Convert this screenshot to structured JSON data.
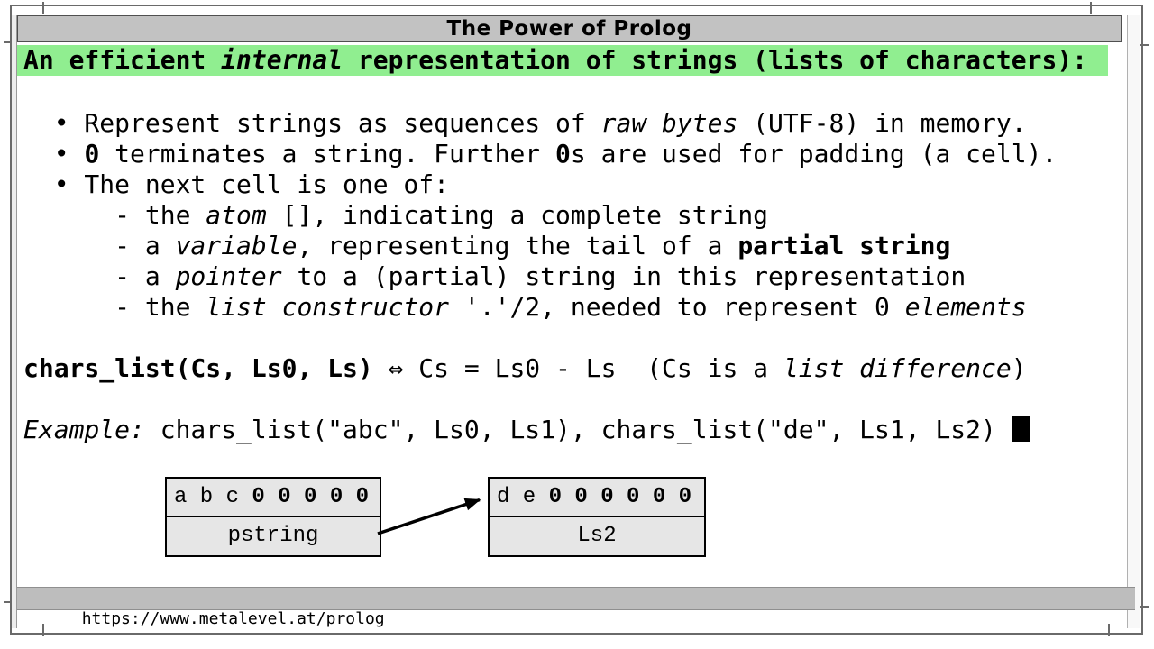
{
  "window": {
    "title": "The Power of Prolog",
    "url": "https://www.metalevel.at/prolog"
  },
  "slide": {
    "heading": [
      {
        "t": "An efficient ",
        "b": true
      },
      {
        "t": "internal",
        "b": true,
        "i": true
      },
      {
        "t": " representation of strings (lists of characters):",
        "b": true
      }
    ],
    "lines": [
      [
        {
          "t": "  • Represent strings as sequences of "
        },
        {
          "t": "raw bytes",
          "i": true
        },
        {
          "t": " (UTF-8) in memory."
        }
      ],
      [
        {
          "t": "  • "
        },
        {
          "t": "0",
          "b": true
        },
        {
          "t": " terminates a string. Further "
        },
        {
          "t": "0",
          "b": true
        },
        {
          "t": "s are used for padding (a cell)."
        }
      ],
      [
        {
          "t": "  • The next cell is one of:"
        }
      ],
      [
        {
          "t": "      - the "
        },
        {
          "t": "atom",
          "i": true
        },
        {
          "t": " [], indicating a complete string"
        }
      ],
      [
        {
          "t": "      - a "
        },
        {
          "t": "variable",
          "i": true
        },
        {
          "t": ", representing the tail of a "
        },
        {
          "t": "partial string",
          "b": true
        }
      ],
      [
        {
          "t": "      - a "
        },
        {
          "t": "pointer",
          "i": true
        },
        {
          "t": " to a (partial) string in this representation"
        }
      ],
      [
        {
          "t": "      - the "
        },
        {
          "t": "list constructor",
          "i": true
        },
        {
          "t": " '.'/2, needed to represent 0 "
        },
        {
          "t": "elements",
          "i": true
        }
      ],
      [],
      [
        {
          "t": "chars_list(Cs, Ls0, Ls)",
          "b": true
        },
        {
          "t": " ⇔ Cs = Ls0 - Ls  (Cs is a "
        },
        {
          "t": "list difference",
          "i": true
        },
        {
          "t": ")"
        }
      ],
      [],
      [
        {
          "t": "Example:",
          "i": true
        },
        {
          "t": " chars_list(\"abc\", Ls0, Ls1), chars_list(\"de\", Ls1, Ls2) "
        },
        {
          "cursor": true
        }
      ]
    ],
    "diagram": {
      "boxes": [
        {
          "cells": [
            {
              "t": "a b c "
            },
            {
              "t": "0 0 0 0 0",
              "b": true
            }
          ],
          "label": "pstring"
        },
        {
          "cells": [
            {
              "t": "d e "
            },
            {
              "t": "0 0 0 0 0 0",
              "b": true
            }
          ],
          "label": "Ls2"
        }
      ],
      "arrow": "pstring-to-Ls2"
    }
  },
  "colors": {
    "highlight_green": "#90ee90",
    "titlebar_gray": "#c2c2c2",
    "statusbar_gray": "#bdbdbd",
    "box_fill": "#e6e6e6",
    "frame_gray": "#6a6a6a"
  }
}
